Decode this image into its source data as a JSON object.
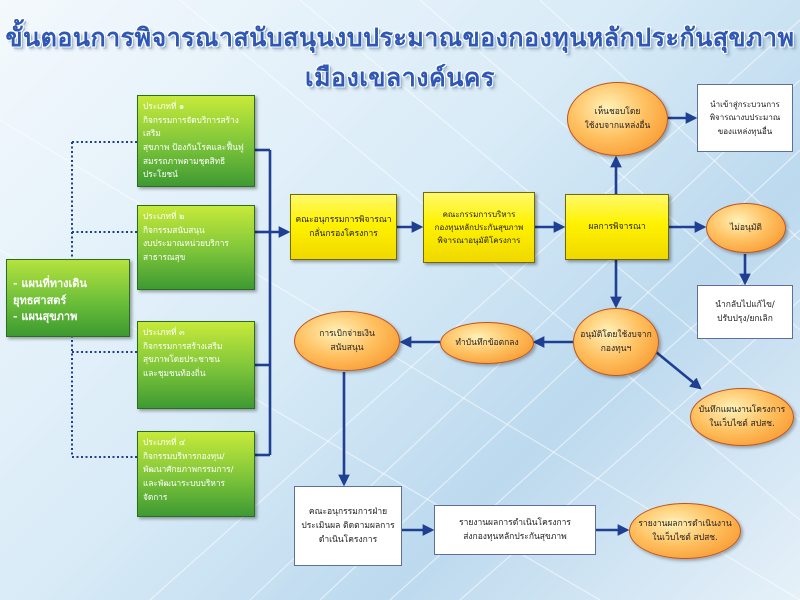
{
  "title": "ขั้นตอนการพิจารณาสนับสนุนงบประมาณของกองทุนหลักประกันสุขภาพเมืองเขลางค์นคร",
  "plans": [
    "- แผนที่ทางเดินยุทธศาสตร์",
    "- แผนสุขภาพ"
  ],
  "types": [
    {
      "lines": [
        "ประเภทที่ ๑",
        "กิจกรรมการจัดบริการสร้างเสริม",
        "สุขภาพ ป้องกันโรคและฟื้นฟู",
        "สมรรถภาพตามชุดสิทธิประโยชน์"
      ]
    },
    {
      "lines": [
        "ประเภทที่ ๒",
        "กิจกรรมสนับสนุน",
        "งบประมาณหน่วยบริการ",
        "สาธารณสุข"
      ]
    },
    {
      "lines": [
        "ประเภทที่ ๓",
        "กิจกรรมการสร้างเสริม",
        "สุขภาพโดยประชาชน",
        "และชุมชนท้องถิ่น"
      ]
    },
    {
      "lines": [
        "ประเภทที่ ๔",
        "กิจกรรมบริหารกองทุน/",
        "พัฒนาศักยภาพกรรมการ/",
        "และพัฒนาระบบบริหารจัดการ"
      ]
    }
  ],
  "subcommittee_screen": [
    "คณะอนุกรรมการพิจารณา",
    "กลั่นกรองโครงการ"
  ],
  "committee": [
    "คณะกรรมการบริหาร",
    "กองทุนหลักประกันสุขภาพ",
    "พิจารณาอนุมัติโครงการ"
  ],
  "result": "ผลการพิจารณา",
  "other_source": [
    "เห็นชอบโดย",
    "ใช้งบจากแหล่งอื่น"
  ],
  "other_process": [
    "นำเข้าสู่กระบวนการ",
    "พิจารณางบประมาณ",
    "ของแหล่งทุนอื่น"
  ],
  "not_approved": "ไม่อนุมัติ",
  "revise": [
    "นำกลับไปแก้ไข/",
    "ปรับปรุง/ยกเลิก"
  ],
  "approved": [
    "อนุมัติโดยใช้งบจาก",
    "กองทุนฯ"
  ],
  "record_web": [
    "บันทึกแผนงานโครงการ",
    "ในเว็บไซต์ สปสช."
  ],
  "agreement": "ทำบันทึกข้อตกลง",
  "disburse": [
    "การเบิกจ่ายเงิน",
    "สนับสนุน"
  ],
  "evaluation": [
    "คณะอนุกรรมการฝ่าย",
    "ประเมินผล ติดตามผลการ",
    "ดำเนินโครงการ"
  ],
  "report": [
    "รายงานผลการดำเนินโครงการ",
    "ส่งกองทุนหลักประกันสุขภาพ"
  ],
  "report_web": [
    "รายงานผลการดำเนินงาน",
    "ในเว็บไซต์ สปสช."
  ],
  "colors": {
    "title": "#2e58b4",
    "arrow": "#1f3f93",
    "dotted": "#1f3f93"
  }
}
